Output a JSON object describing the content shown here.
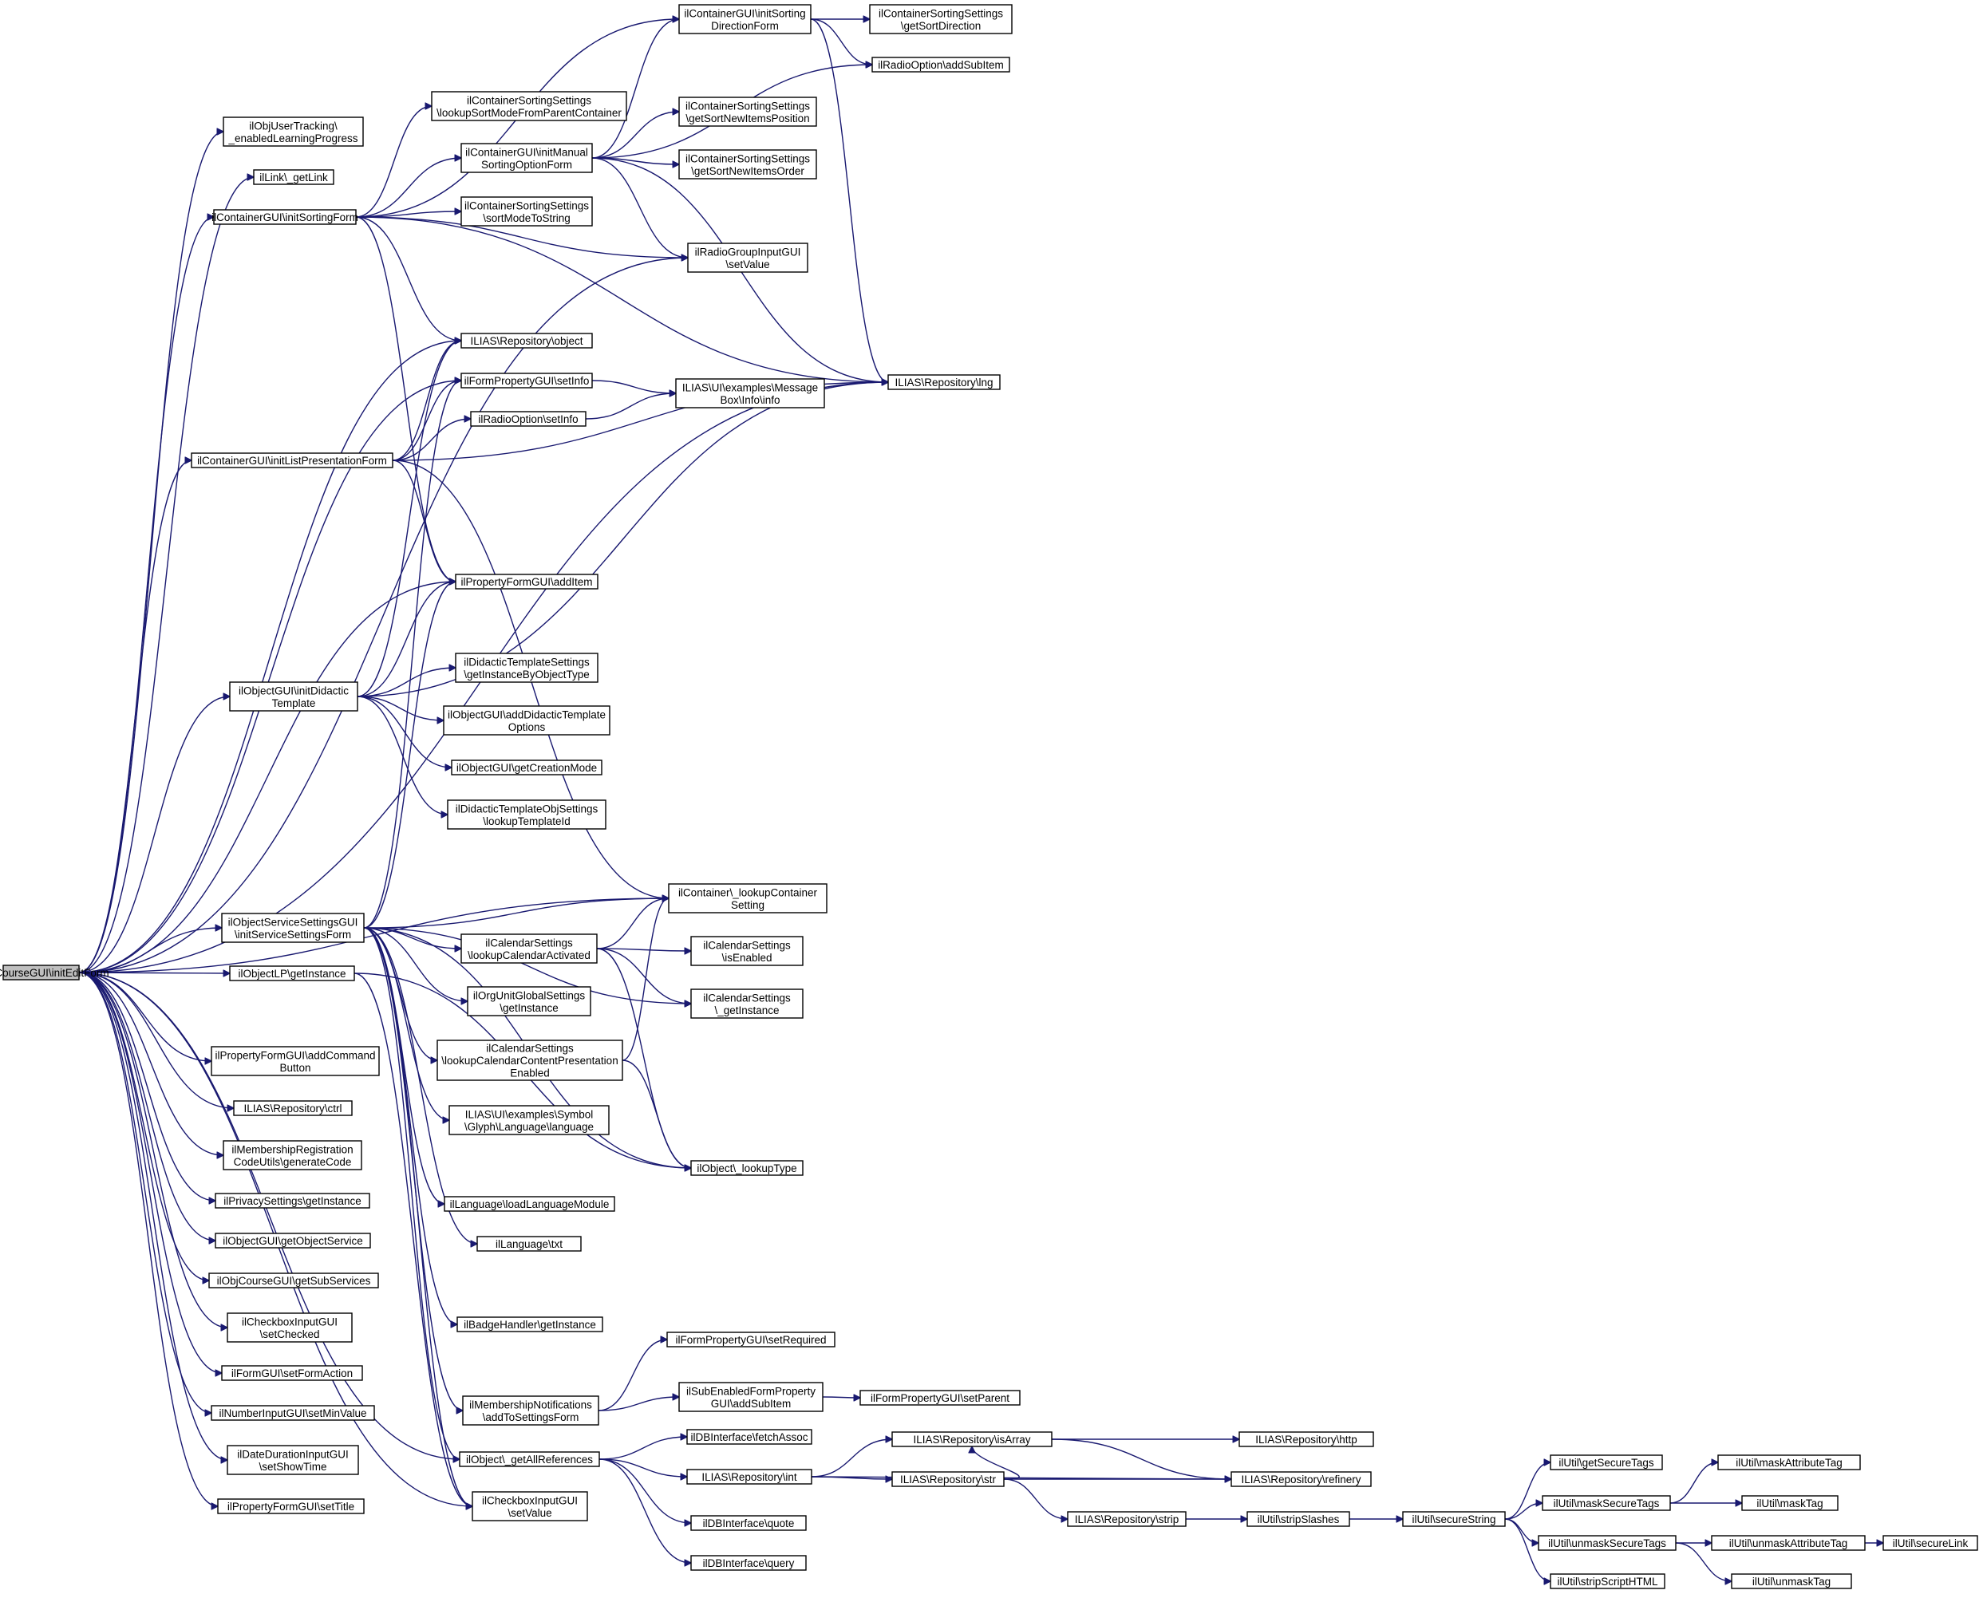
{
  "nodes": [
    {
      "id": "root",
      "lines": [
        "ilObjCourseGUI\\initEditForm"
      ],
      "root": true
    },
    {
      "id": "objuser",
      "lines": [
        "ilObjUserTracking\\",
        "_enabledLearningProgress"
      ]
    },
    {
      "id": "link",
      "lines": [
        "ilLink\\_getLink"
      ]
    },
    {
      "id": "initsorting",
      "lines": [
        "ilContainerGUI\\initSortingForm"
      ]
    },
    {
      "id": "initlist",
      "lines": [
        "ilContainerGUI\\initListPresentationForm"
      ]
    },
    {
      "id": "initdidactic",
      "lines": [
        "ilObjectGUI\\initDidactic",
        "Template"
      ]
    },
    {
      "id": "initservice",
      "lines": [
        "ilObjectServiceSettingsGUI",
        "\\initServiceSettingsForm"
      ]
    },
    {
      "id": "objlp",
      "lines": [
        "ilObjectLP\\getInstance"
      ]
    },
    {
      "id": "addcommand",
      "lines": [
        "ilPropertyFormGUI\\addCommand",
        "Button"
      ]
    },
    {
      "id": "ctrl",
      "lines": [
        "ILIAS\\Repository\\ctrl"
      ]
    },
    {
      "id": "membreg",
      "lines": [
        "ilMembershipRegistration",
        "CodeUtils\\generateCode"
      ]
    },
    {
      "id": "privacy",
      "lines": [
        "ilPrivacySettings\\getInstance"
      ]
    },
    {
      "id": "getobjservice",
      "lines": [
        "ilObjectGUI\\getObjectService"
      ]
    },
    {
      "id": "getsubservices",
      "lines": [
        "ilObjCourseGUI\\getSubServices"
      ]
    },
    {
      "id": "setchecked",
      "lines": [
        "ilCheckboxInputGUI",
        "\\setChecked"
      ]
    },
    {
      "id": "setformaction",
      "lines": [
        "ilFormGUI\\setFormAction"
      ]
    },
    {
      "id": "setminvalue",
      "lines": [
        "ilNumberInputGUI\\setMinValue"
      ]
    },
    {
      "id": "setshowtime",
      "lines": [
        "ilDateDurationInputGUI",
        "\\setShowTime"
      ]
    },
    {
      "id": "settitle",
      "lines": [
        "ilPropertyFormGUI\\setTitle"
      ]
    },
    {
      "id": "lookupsortparent",
      "lines": [
        "ilContainerSortingSettings",
        "\\lookupSortModeFromParentContainer"
      ]
    },
    {
      "id": "initmanual",
      "lines": [
        "ilContainerGUI\\initManual",
        "SortingOptionForm"
      ]
    },
    {
      "id": "sortmode",
      "lines": [
        "ilContainerSortingSettings",
        "\\sortModeToString"
      ]
    },
    {
      "id": "reposobject",
      "lines": [
        "ILIAS\\Repository\\object"
      ]
    },
    {
      "id": "formsetinfo",
      "lines": [
        "ilFormPropertyGUI\\setInfo"
      ]
    },
    {
      "id": "radiosetinfo",
      "lines": [
        "ilRadioOption\\setInfo"
      ]
    },
    {
      "id": "additem",
      "lines": [
        "ilPropertyFormGUI\\addItem"
      ]
    },
    {
      "id": "didgetinst",
      "lines": [
        "ilDidacticTemplateSettings",
        "\\getInstanceByObjectType"
      ]
    },
    {
      "id": "adddidopt",
      "lines": [
        "ilObjectGUI\\addDidacticTemplate",
        "Options"
      ]
    },
    {
      "id": "getcreation",
      "lines": [
        "ilObjectGUI\\getCreationMode"
      ]
    },
    {
      "id": "didlookup",
      "lines": [
        "ilDidacticTemplateObjSettings",
        "\\lookupTemplateId"
      ]
    },
    {
      "id": "calactivated",
      "lines": [
        "ilCalendarSettings",
        "\\lookupCalendarActivated"
      ]
    },
    {
      "id": "orgunit",
      "lines": [
        "ilOrgUnitGlobalSettings",
        "\\getInstance"
      ]
    },
    {
      "id": "calcontent",
      "lines": [
        "ilCalendarSettings",
        "\\lookupCalendarContentPresentation",
        "Enabled"
      ]
    },
    {
      "id": "glyphlang",
      "lines": [
        "ILIAS\\UI\\examples\\Symbol",
        "\\Glyph\\Language\\language"
      ]
    },
    {
      "id": "loadlang",
      "lines": [
        "ilLanguage\\loadLanguageModule"
      ]
    },
    {
      "id": "langtxt",
      "lines": [
        "ilLanguage\\txt"
      ]
    },
    {
      "id": "badge",
      "lines": [
        "ilBadgeHandler\\getInstance"
      ]
    },
    {
      "id": "membnotif",
      "lines": [
        "ilMembershipNotifications",
        "\\addToSettingsForm"
      ]
    },
    {
      "id": "getallrefs",
      "lines": [
        "ilObject\\_getAllReferences"
      ]
    },
    {
      "id": "cbsetvalue",
      "lines": [
        "ilCheckboxInputGUI",
        "\\setValue"
      ]
    },
    {
      "id": "initdirection",
      "lines": [
        "ilContainerGUI\\initSorting",
        "DirectionForm"
      ]
    },
    {
      "id": "getnewpos",
      "lines": [
        "ilContainerSortingSettings",
        "\\getSortNewItemsPosition"
      ]
    },
    {
      "id": "getneworder",
      "lines": [
        "ilContainerSortingSettings",
        "\\getSortNewItemsOrder"
      ]
    },
    {
      "id": "radiogroupset",
      "lines": [
        "ilRadioGroupInputGUI",
        "\\setValue"
      ]
    },
    {
      "id": "msgbox",
      "lines": [
        "ILIAS\\UI\\examples\\Message",
        "Box\\Info\\info"
      ]
    },
    {
      "id": "lookupcontainer",
      "lines": [
        "ilContainer\\_lookupContainer",
        "Setting"
      ]
    },
    {
      "id": "calisenabled",
      "lines": [
        "ilCalendarSettings",
        "\\isEnabled"
      ]
    },
    {
      "id": "calinstance",
      "lines": [
        "ilCalendarSettings",
        "\\_getInstance"
      ]
    },
    {
      "id": "lookuptype",
      "lines": [
        "ilObject\\_lookupType"
      ]
    },
    {
      "id": "setrequired",
      "lines": [
        "ilFormPropertyGUI\\setRequired"
      ]
    },
    {
      "id": "subadd",
      "lines": [
        "ilSubEnabledFormProperty",
        "GUI\\addSubItem"
      ]
    },
    {
      "id": "fetchassoc",
      "lines": [
        "ilDBInterface\\fetchAssoc"
      ]
    },
    {
      "id": "reposint",
      "lines": [
        "ILIAS\\Repository\\int"
      ]
    },
    {
      "id": "quote",
      "lines": [
        "ilDBInterface\\quote"
      ]
    },
    {
      "id": "query",
      "lines": [
        "ilDBInterface\\query"
      ]
    },
    {
      "id": "getsortdir",
      "lines": [
        "ilContainerSortingSettings",
        "\\getSortDirection"
      ]
    },
    {
      "id": "radioaddsub",
      "lines": [
        "ilRadioOption\\addSubItem"
      ]
    },
    {
      "id": "lng",
      "lines": [
        "ILIAS\\Repository\\lng"
      ]
    },
    {
      "id": "setparent",
      "lines": [
        "ilFormPropertyGUI\\setParent"
      ]
    },
    {
      "id": "isarray",
      "lines": [
        "ILIAS\\Repository\\isArray"
      ]
    },
    {
      "id": "reposstr",
      "lines": [
        "ILIAS\\Repository\\str"
      ]
    },
    {
      "id": "reposstrip",
      "lines": [
        "ILIAS\\Repository\\strip"
      ]
    },
    {
      "id": "http",
      "lines": [
        "ILIAS\\Repository\\http"
      ]
    },
    {
      "id": "refinery",
      "lines": [
        "ILIAS\\Repository\\refinery"
      ]
    },
    {
      "id": "stripslashes",
      "lines": [
        "ilUtil\\stripSlashes"
      ]
    },
    {
      "id": "securestring",
      "lines": [
        "ilUtil\\secureString"
      ]
    },
    {
      "id": "getsecuretags",
      "lines": [
        "ilUtil\\getSecureTags"
      ]
    },
    {
      "id": "masksecure",
      "lines": [
        "ilUtil\\maskSecureTags"
      ]
    },
    {
      "id": "unmasksecure",
      "lines": [
        "ilUtil\\unmaskSecureTags"
      ]
    },
    {
      "id": "stripscript",
      "lines": [
        "ilUtil\\stripScriptHTML"
      ]
    },
    {
      "id": "maskattr",
      "lines": [
        "ilUtil\\maskAttributeTag"
      ]
    },
    {
      "id": "masktag",
      "lines": [
        "ilUtil\\maskTag"
      ]
    },
    {
      "id": "unmaskattr",
      "lines": [
        "ilUtil\\unmaskAttributeTag"
      ]
    },
    {
      "id": "unmasktag",
      "lines": [
        "ilUtil\\unmaskTag"
      ]
    },
    {
      "id": "securelink",
      "lines": [
        "ilUtil\\secureLink"
      ]
    }
  ],
  "edges": [
    [
      "root",
      "objuser"
    ],
    [
      "root",
      "link"
    ],
    [
      "root",
      "initsorting"
    ],
    [
      "root",
      "initlist"
    ],
    [
      "root",
      "initdidactic"
    ],
    [
      "root",
      "initservice"
    ],
    [
      "root",
      "objlp"
    ],
    [
      "root",
      "addcommand"
    ],
    [
      "root",
      "ctrl"
    ],
    [
      "root",
      "membreg"
    ],
    [
      "root",
      "privacy"
    ],
    [
      "root",
      "getobjservice"
    ],
    [
      "root",
      "getsubservices"
    ],
    [
      "root",
      "setchecked"
    ],
    [
      "root",
      "setformaction"
    ],
    [
      "root",
      "setminvalue"
    ],
    [
      "root",
      "setshowtime"
    ],
    [
      "root",
      "settitle"
    ],
    [
      "root",
      "reposobject"
    ],
    [
      "root",
      "formsetinfo"
    ],
    [
      "root",
      "additem"
    ],
    [
      "root",
      "lng"
    ],
    [
      "root",
      "radiogroupset"
    ],
    [
      "root",
      "lookupcontainer"
    ],
    [
      "root",
      "cbsetvalue"
    ],
    [
      "root",
      "getallrefs"
    ],
    [
      "initsorting",
      "lookupsortparent"
    ],
    [
      "initsorting",
      "initmanual"
    ],
    [
      "initsorting",
      "sortmode"
    ],
    [
      "initsorting",
      "reposobject"
    ],
    [
      "initsorting",
      "additem"
    ],
    [
      "initsorting",
      "initdirection"
    ],
    [
      "initsorting",
      "radiogroupset"
    ],
    [
      "initsorting",
      "lng"
    ],
    [
      "initmanual",
      "getnewpos"
    ],
    [
      "initmanual",
      "getneworder"
    ],
    [
      "initmanual",
      "radiogroupset"
    ],
    [
      "initmanual",
      "radioaddsub"
    ],
    [
      "initmanual",
      "initdirection"
    ],
    [
      "initmanual",
      "lng"
    ],
    [
      "initdirection",
      "getsortdir"
    ],
    [
      "initdirection",
      "radioaddsub"
    ],
    [
      "initdirection",
      "lng"
    ],
    [
      "initlist",
      "reposobject"
    ],
    [
      "initlist",
      "formsetinfo"
    ],
    [
      "initlist",
      "radiosetinfo"
    ],
    [
      "initlist",
      "additem"
    ],
    [
      "initlist",
      "lng"
    ],
    [
      "initlist",
      "lookupcontainer"
    ],
    [
      "formsetinfo",
      "msgbox"
    ],
    [
      "radiosetinfo",
      "msgbox"
    ],
    [
      "initdidactic",
      "reposobject"
    ],
    [
      "initdidactic",
      "additem"
    ],
    [
      "initdidactic",
      "didgetinst"
    ],
    [
      "initdidactic",
      "adddidopt"
    ],
    [
      "initdidactic",
      "getcreation"
    ],
    [
      "initdidactic",
      "didlookup"
    ],
    [
      "initdidactic",
      "lng"
    ],
    [
      "initservice",
      "lookupcontainer"
    ],
    [
      "initservice",
      "calactivated"
    ],
    [
      "initservice",
      "orgunit"
    ],
    [
      "initservice",
      "calcontent"
    ],
    [
      "initservice",
      "glyphlang"
    ],
    [
      "initservice",
      "loadlang"
    ],
    [
      "initservice",
      "langtxt"
    ],
    [
      "initservice",
      "badge"
    ],
    [
      "initservice",
      "membnotif"
    ],
    [
      "initservice",
      "getallrefs"
    ],
    [
      "initservice",
      "cbsetvalue"
    ],
    [
      "initservice",
      "formsetinfo"
    ],
    [
      "initservice",
      "additem"
    ],
    [
      "initservice",
      "lookuptype"
    ],
    [
      "initservice",
      "calinstance"
    ],
    [
      "calactivated",
      "lookupcontainer"
    ],
    [
      "calactivated",
      "calisenabled"
    ],
    [
      "calactivated",
      "calinstance"
    ],
    [
      "calactivated",
      "lookuptype"
    ],
    [
      "calcontent",
      "lookupcontainer"
    ],
    [
      "calcontent",
      "lookuptype"
    ],
    [
      "objlp",
      "lookuptype"
    ],
    [
      "objlp",
      "cbsetvalue"
    ],
    [
      "membnotif",
      "setrequired"
    ],
    [
      "membnotif",
      "subadd"
    ],
    [
      "subadd",
      "setparent"
    ],
    [
      "getallrefs",
      "fetchassoc"
    ],
    [
      "getallrefs",
      "reposint"
    ],
    [
      "getallrefs",
      "quote"
    ],
    [
      "getallrefs",
      "query"
    ],
    [
      "reposint",
      "isarray"
    ],
    [
      "reposint",
      "reposstr"
    ],
    [
      "reposint",
      "refinery"
    ],
    [
      "reposstr",
      "isarray"
    ],
    [
      "reposstr",
      "refinery"
    ],
    [
      "reposstr",
      "reposstrip"
    ],
    [
      "isarray",
      "http"
    ],
    [
      "isarray",
      "refinery"
    ],
    [
      "reposstrip",
      "stripslashes"
    ],
    [
      "stripslashes",
      "securestring"
    ],
    [
      "securestring",
      "getsecuretags"
    ],
    [
      "securestring",
      "masksecure"
    ],
    [
      "securestring",
      "unmasksecure"
    ],
    [
      "securestring",
      "stripscript"
    ],
    [
      "masksecure",
      "maskattr"
    ],
    [
      "masksecure",
      "masktag"
    ],
    [
      "unmasksecure",
      "unmaskattr"
    ],
    [
      "unmasksecure",
      "unmasktag"
    ],
    [
      "unmaskattr",
      "securelink"
    ]
  ]
}
